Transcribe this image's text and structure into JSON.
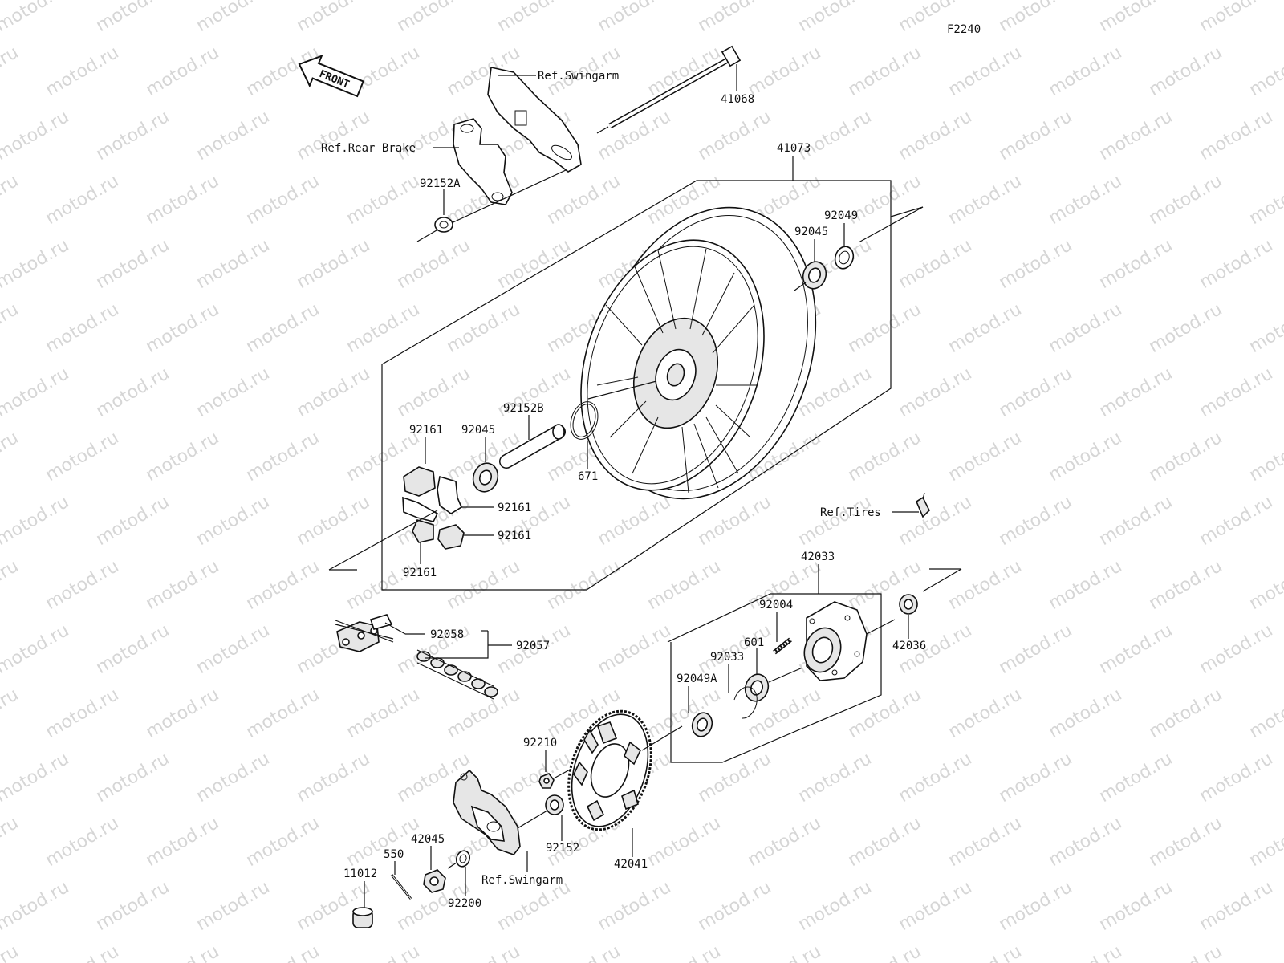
{
  "figure_code": "F2240",
  "watermark": "motod.ru",
  "front_badge": "FRONT",
  "references": {
    "swingarm_top": "Ref.Swingarm",
    "rear_brake": "Ref.Rear Brake",
    "tires": "Ref.Tires",
    "swingarm_bottom": "Ref.Swingarm"
  },
  "part_numbers": {
    "p41068": "41068",
    "p41073": "41073",
    "p92152A": "92152A",
    "p92049": "92049",
    "p92045_right": "92045",
    "p92152B": "92152B",
    "p92161_top": "92161",
    "p92045_left": "92045",
    "p671": "671",
    "p92161_mid": "92161",
    "p92161_low": "92161",
    "p92161_bottom": "92161",
    "p42033": "42033",
    "p92004": "92004",
    "p601": "601",
    "p92033": "92033",
    "p92049A": "92049A",
    "p42036": "42036",
    "p92058": "92058",
    "p92057": "92057",
    "p92210": "92210",
    "p42045": "42045",
    "p550": "550",
    "p11012": "11012",
    "p92200": "92200",
    "p92152": "92152",
    "p42041": "42041"
  }
}
